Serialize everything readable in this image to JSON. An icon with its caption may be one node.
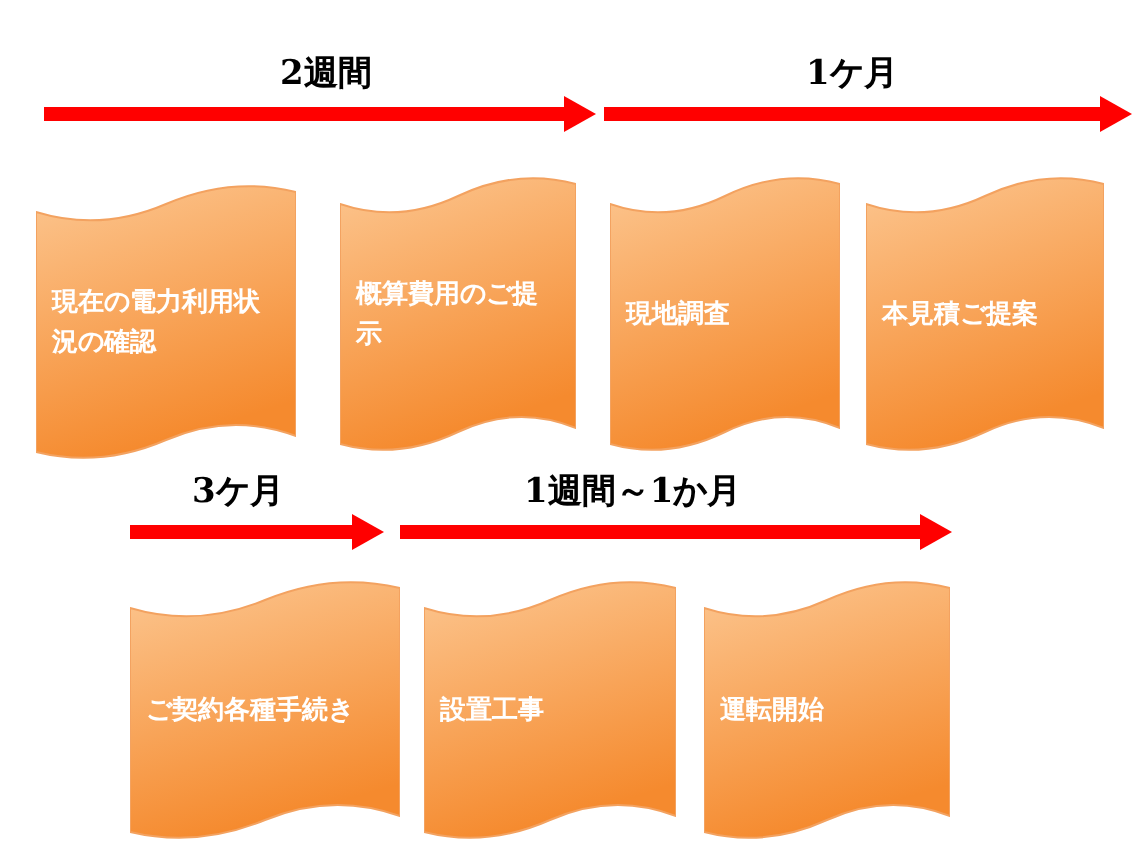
{
  "diagram": {
    "nodes": [
      {
        "text": [
          "現在の電力利用状況の確認"
        ]
      },
      {
        "text": [
          "概算費用のご提示"
        ]
      },
      {
        "text": [
          "現地調査"
        ]
      },
      {
        "text": [
          "本見積ご提案"
        ]
      },
      {
        "text": [
          "ご契約各種手続き"
        ]
      },
      {
        "text": [
          "設置工事"
        ]
      },
      {
        "text": [
          "運転開始"
        ]
      }
    ],
    "labels": [
      "2週間",
      "1ケ月",
      "3ケ月",
      "1週間～1か月"
    ]
  }
}
